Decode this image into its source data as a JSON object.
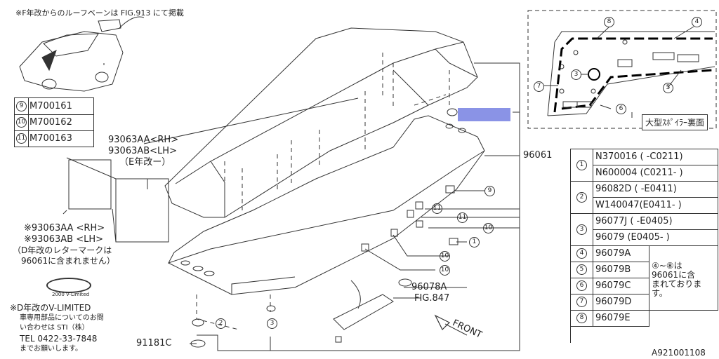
{
  "notes": {
    "roof_vane": "※F年改からのルーフベーンは FIG.913 にて掲載",
    "decal_rh_lh_line1": "93063AA<RH>",
    "decal_rh_lh_line2": "93063AB<LH>",
    "decal_rh_lh_line3": "（E年改ー）",
    "old_decal_line1": "※93063AA <RH>",
    "old_decal_line2": "※93063AB <LH>",
    "old_decal_line3": "（D年改のレターマークは",
    "old_decal_line4": "96061に含まれません）",
    "vlimited_line1": "※D年改のV-LIMITED",
    "vlimited_line2": "車専用部品についてのお問",
    "vlimited_line3": "い合わせは STI（株）",
    "vlimited_line4": "TEL 0422-33-7848",
    "vlimited_line5": "までお願いします。",
    "decal_badge": "2000 V-Limited",
    "front": "FRONT",
    "inset_caption": "大型ｽﾎﾟｲﾗｰ裏面",
    "figure_id": "A921001108"
  },
  "part_codes_left": [
    {
      "ref": "9",
      "code": "M700161"
    },
    {
      "ref": "10",
      "code": "M700162"
    },
    {
      "ref": "11",
      "code": "M700163"
    }
  ],
  "callouts": {
    "main_part": "96061",
    "grommet": "96078A",
    "fig_ref": "FIG.847",
    "clip": "91181C",
    "c1": "1",
    "c2": "2",
    "c3": "3",
    "c4": "4",
    "c5": "5",
    "c6": "6",
    "c7": "7",
    "c8": "8",
    "c9": "9",
    "c10": "10",
    "c11": "11"
  },
  "parts_table": [
    {
      "ref": "1",
      "rows": [
        "N370016 ( -C0211)",
        "N600004 (C0211- )"
      ]
    },
    {
      "ref": "2",
      "rows": [
        "96082D ( -E0411)",
        "W140047(E0411- )"
      ]
    },
    {
      "ref": "3",
      "rows": [
        "96077J ( -E0405)",
        "96079 (E0405- )"
      ]
    },
    {
      "ref": "4",
      "rows": [
        "96079A"
      ]
    },
    {
      "ref": "5",
      "rows": [
        "96079B"
      ]
    },
    {
      "ref": "6",
      "rows": [
        "96079C"
      ]
    },
    {
      "ref": "7",
      "rows": [
        "96079D"
      ]
    },
    {
      "ref": "8",
      "rows": [
        "96079E"
      ]
    }
  ],
  "table_note": [
    "④~⑧は",
    "96061に含",
    "まれておりま",
    "す。"
  ]
}
